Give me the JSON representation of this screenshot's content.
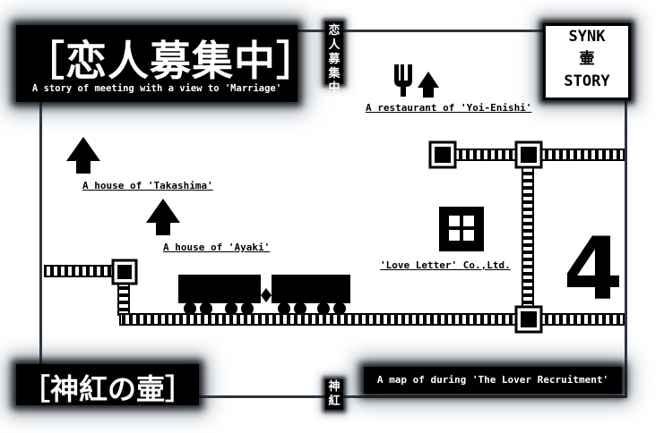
{
  "title": {
    "main": "［恋人募集中］",
    "subtitle": "A story of meeting with a view to 'Marriage'"
  },
  "subtitle_box": "［神紅の壷］",
  "brand_text": "A map of during 'The Lover Recruitment'",
  "logo": {
    "line1": "SYNK",
    "line2": "壷",
    "line3": "STORY"
  },
  "side_labels": {
    "top": "恋人募集中",
    "bottom": "神紅"
  },
  "locations": {
    "takashima": "A house of 'Takashima'",
    "ayaki": "A house of 'Ayaki'",
    "restaurant": "A restaurant of 'Yoi-Enishi'",
    "love_letter": "'Love Letter' Co.,Ltd."
  },
  "map_glyph": "4",
  "colors": {
    "ink": "#000000",
    "frame": "#2a3540",
    "glow": "#465a6e"
  }
}
